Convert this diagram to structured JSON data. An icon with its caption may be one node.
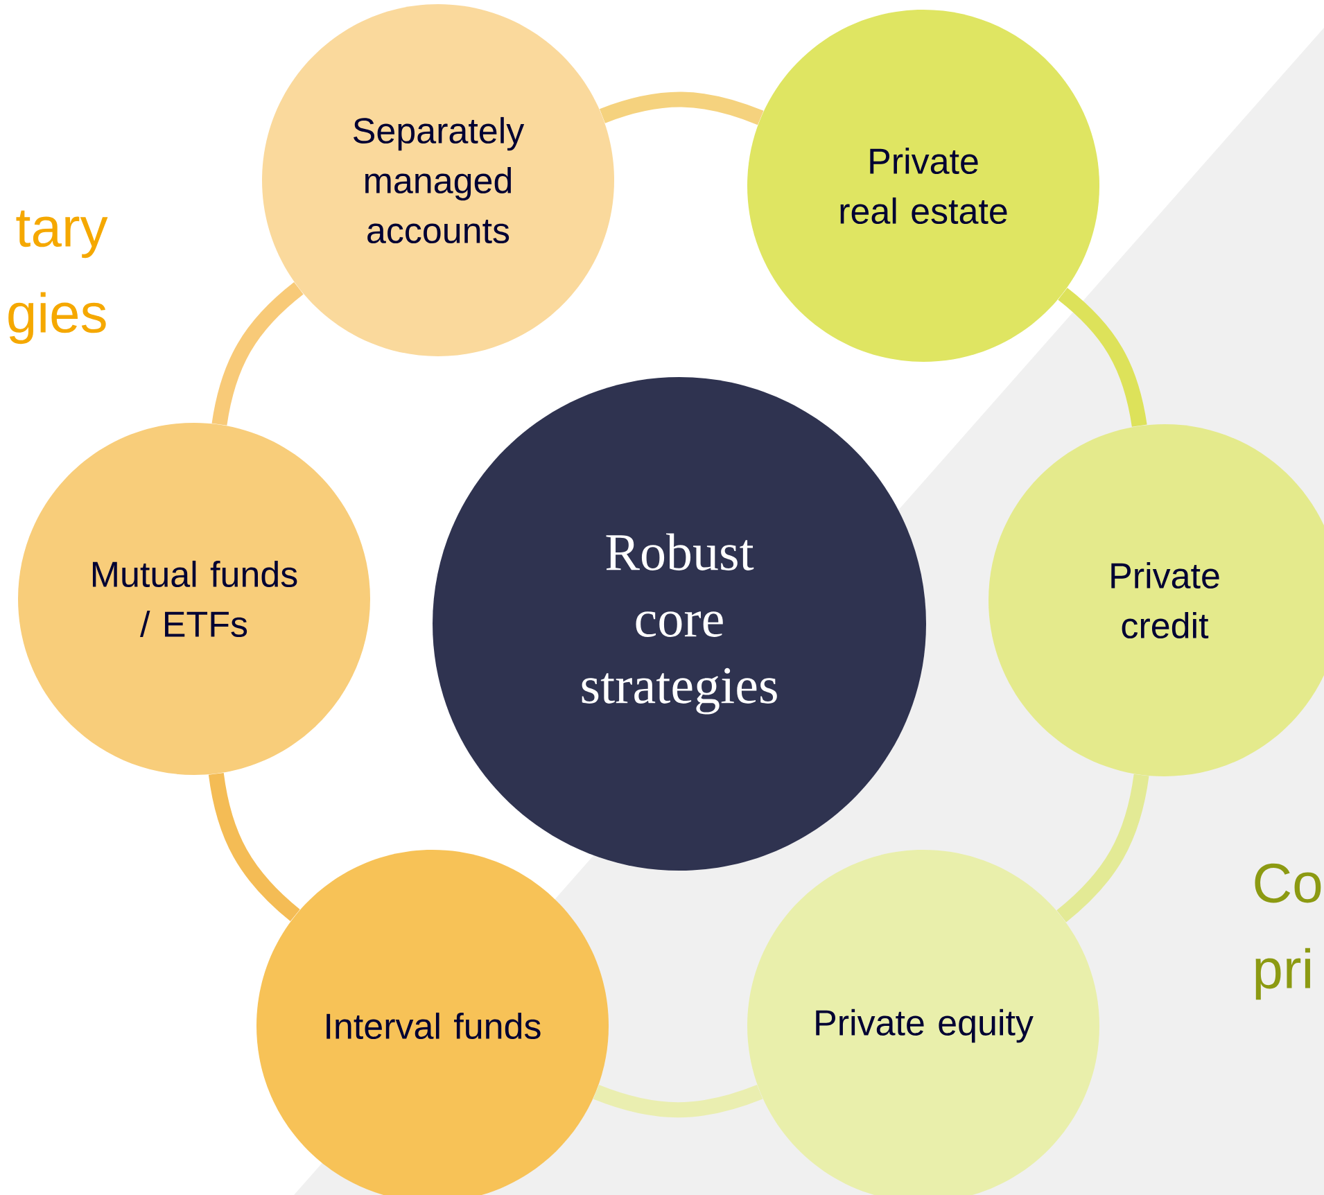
{
  "diagram": {
    "nodes": [
      {
        "text": [
          "Robust core strategies"
        ]
      },
      {
        "text": [
          "Separately managed accounts"
        ]
      },
      {
        "text": [
          "Private real estate"
        ]
      },
      {
        "text": [
          "Private credit"
        ]
      },
      {
        "text": [
          "Private equity"
        ]
      },
      {
        "text": [
          "Interval funds"
        ]
      },
      {
        "text": [
          "Mutual funds / ETFs"
        ]
      }
    ],
    "edges": [
      {
        "from": 1,
        "to": 2,
        "arrow": "none",
        "color": "#f5d27e"
      },
      {
        "from": 2,
        "to": 3,
        "arrow": "none",
        "color": "#dde25a"
      },
      {
        "from": 3,
        "to": 4,
        "arrow": "none",
        "color": "#e3ea95"
      },
      {
        "from": 4,
        "to": 5,
        "arrow": "none",
        "color": "#eaeeb0"
      },
      {
        "from": 5,
        "to": 6,
        "arrow": "none",
        "color": "#f4bc55"
      },
      {
        "from": 6,
        "to": 1,
        "arrow": "none",
        "color": "#f8ca78"
      }
    ],
    "labels": [
      "tary gies",
      "Co pri"
    ]
  }
}
